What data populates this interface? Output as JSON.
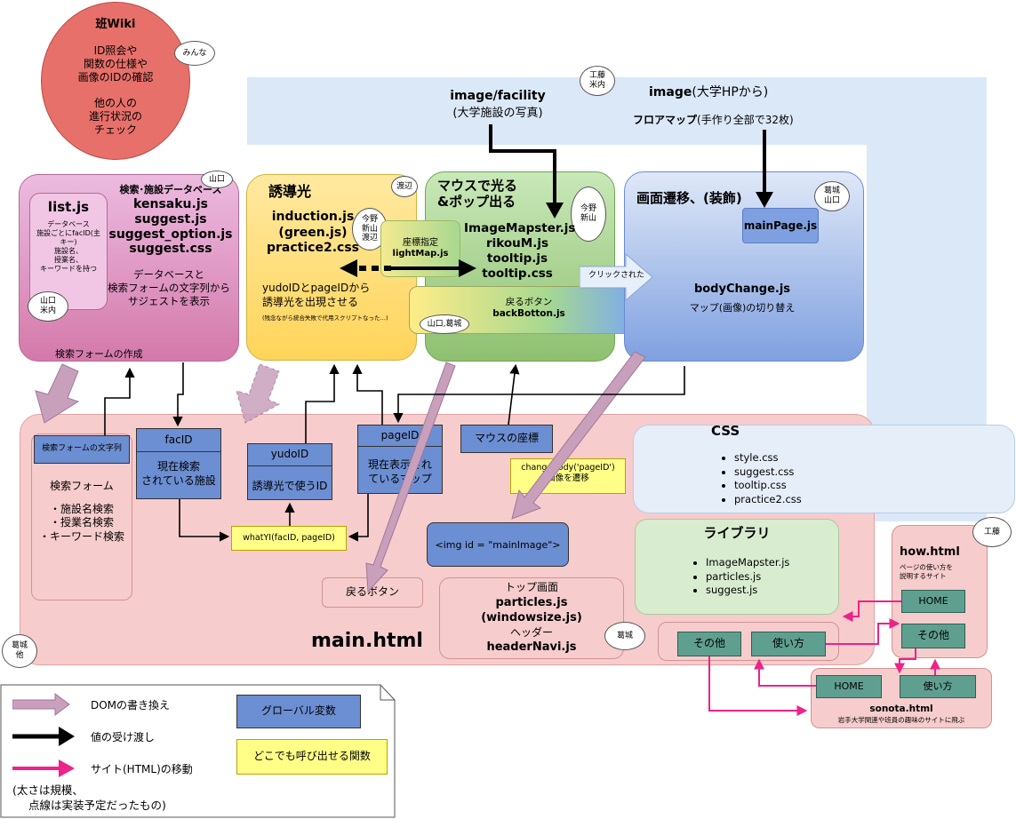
{
  "wiki": {
    "title": "班Wiki",
    "lines": [
      "ID照会や",
      "関数の仕様や",
      "画像のIDの確認",
      "",
      "他の人の",
      "進行状況の",
      "チェック"
    ],
    "tag": "みんな"
  },
  "image_band": {
    "tag": [
      "工藤",
      "米内"
    ],
    "facility_title": "image/facility",
    "facility_sub": "(大学施設の写真)",
    "hp_title": "image",
    "hp_sub": "(大学HPから)",
    "floor_title": "フロアマップ",
    "floor_sub": "(手作り全部で32枚)"
  },
  "search": {
    "db_title": "検索･施設データベース",
    "files": [
      "kensaku.js",
      "suggest.js",
      "suggest_option.js",
      "suggest.css"
    ],
    "desc": [
      "データベースと",
      "検索フォームの文字列から",
      "サジェストを表示"
    ],
    "tag": "山口",
    "make_form": "検索フォームの作成"
  },
  "listjs": {
    "title": "list.js",
    "desc": [
      "データベース",
      "施設ごとにfacID(主",
      "キー)",
      "施設名、",
      "授業名、",
      "キーワードを持つ"
    ],
    "tag": [
      "山口",
      "米内"
    ]
  },
  "induction": {
    "title": "誘導光",
    "tag": "渡辺",
    "files": [
      "induction.js",
      "(green.js)",
      "practice2.css"
    ],
    "desc": [
      "yudoIDとpageIDから",
      "誘導光を出現させる"
    ],
    "note": "(残念ながら統合失敗で代用スクリプトなった…)",
    "tag2": [
      "今野",
      "新山",
      "渡辺"
    ]
  },
  "coord": {
    "lines": [
      "座標指定",
      "lightMap.js"
    ]
  },
  "mouse": {
    "title": [
      "マウスで光る",
      "&ポップ出る"
    ],
    "tag": [
      "今野",
      "新山"
    ],
    "files": [
      "ImageMapster.js",
      "rikouM.js",
      "tooltip.js",
      "tooltip.css"
    ]
  },
  "back": {
    "lines": [
      "戻るボタン",
      "backBotton.js"
    ],
    "tag": "山口,葛城"
  },
  "screen": {
    "title": "画面遷移、(装飾)",
    "tag": [
      "葛城",
      "山口"
    ],
    "mainpage": "mainPage.js",
    "clicked": "クリックされた",
    "body_change": "bodyChange.js",
    "body_desc": "マップ(画像)の切り替え"
  },
  "main": {
    "title": "main.html",
    "tag": [
      "葛城",
      "他"
    ]
  },
  "vars": {
    "form_string": "検索フォームの文字列",
    "form_desc": [
      "検索フォーム",
      "",
      "・施設名検索",
      "・授業名検索",
      "・キーワード検索"
    ],
    "facid": "facID",
    "facid_desc": [
      "現在検索",
      "されている施設"
    ],
    "yudoid": "yudoID",
    "yudoid_desc": "誘導光で使うID",
    "pageid": "pageID",
    "pageid_desc": [
      "現在表示され",
      "ているマップ"
    ],
    "mouse_coord": "マウスの座標",
    "whatyi": "whatYI(facID, pageID)",
    "change_body": [
      "changeBody('pageID')",
      "画像を遷移"
    ],
    "img_main": "<img id = \"mainImage\">",
    "back_button": "戻るボタン"
  },
  "top": {
    "lines": [
      "トップ画面",
      "particles.js",
      "(windowsize.js)",
      "ヘッダー",
      "headerNavi.js"
    ],
    "tag": "葛城",
    "other": "その他",
    "howto": "使い方"
  },
  "css": {
    "title": "CSS",
    "items": [
      "style.css",
      "suggest.css",
      "tooltip.css",
      "practice2.css"
    ]
  },
  "library": {
    "title": "ライブラリ",
    "items": [
      "ImageMapster.js",
      "particles.js",
      "suggest.js"
    ]
  },
  "how": {
    "title": "how.html",
    "desc": [
      "ページの使い方を",
      "説明するサイト"
    ],
    "tag": "工藤",
    "home": "HOME",
    "other": "その他"
  },
  "sonota": {
    "title": "sonota.html",
    "desc": "岩手大学関連や班員の趣味のサイトに飛ぶ",
    "home": "HOME",
    "howto": "使い方"
  },
  "legend": {
    "dom": "DOMの書き換え",
    "value": "値の受け渡し",
    "site": "サイト(HTML)の移動",
    "note": [
      "(太さは規模、",
      "点線は実装予定だったもの)"
    ],
    "global_var": "グローバル変数",
    "func": "どこでも呼び出せる関数"
  },
  "colors": {
    "wiki": "#e8706a",
    "image_band": "#dbe8f8",
    "main": "#f7cccc",
    "search": "#d58ab8",
    "induction": "#ffdb6a",
    "mouse": "#9fcc88",
    "screen": "#7fa0e0",
    "var_blue": "#6c8ed2",
    "func_yellow": "#ffff88",
    "btn_green": "#5f9f8f",
    "pink_arrow": "#ee2288",
    "dom_arrow": "#c8a0bc"
  }
}
